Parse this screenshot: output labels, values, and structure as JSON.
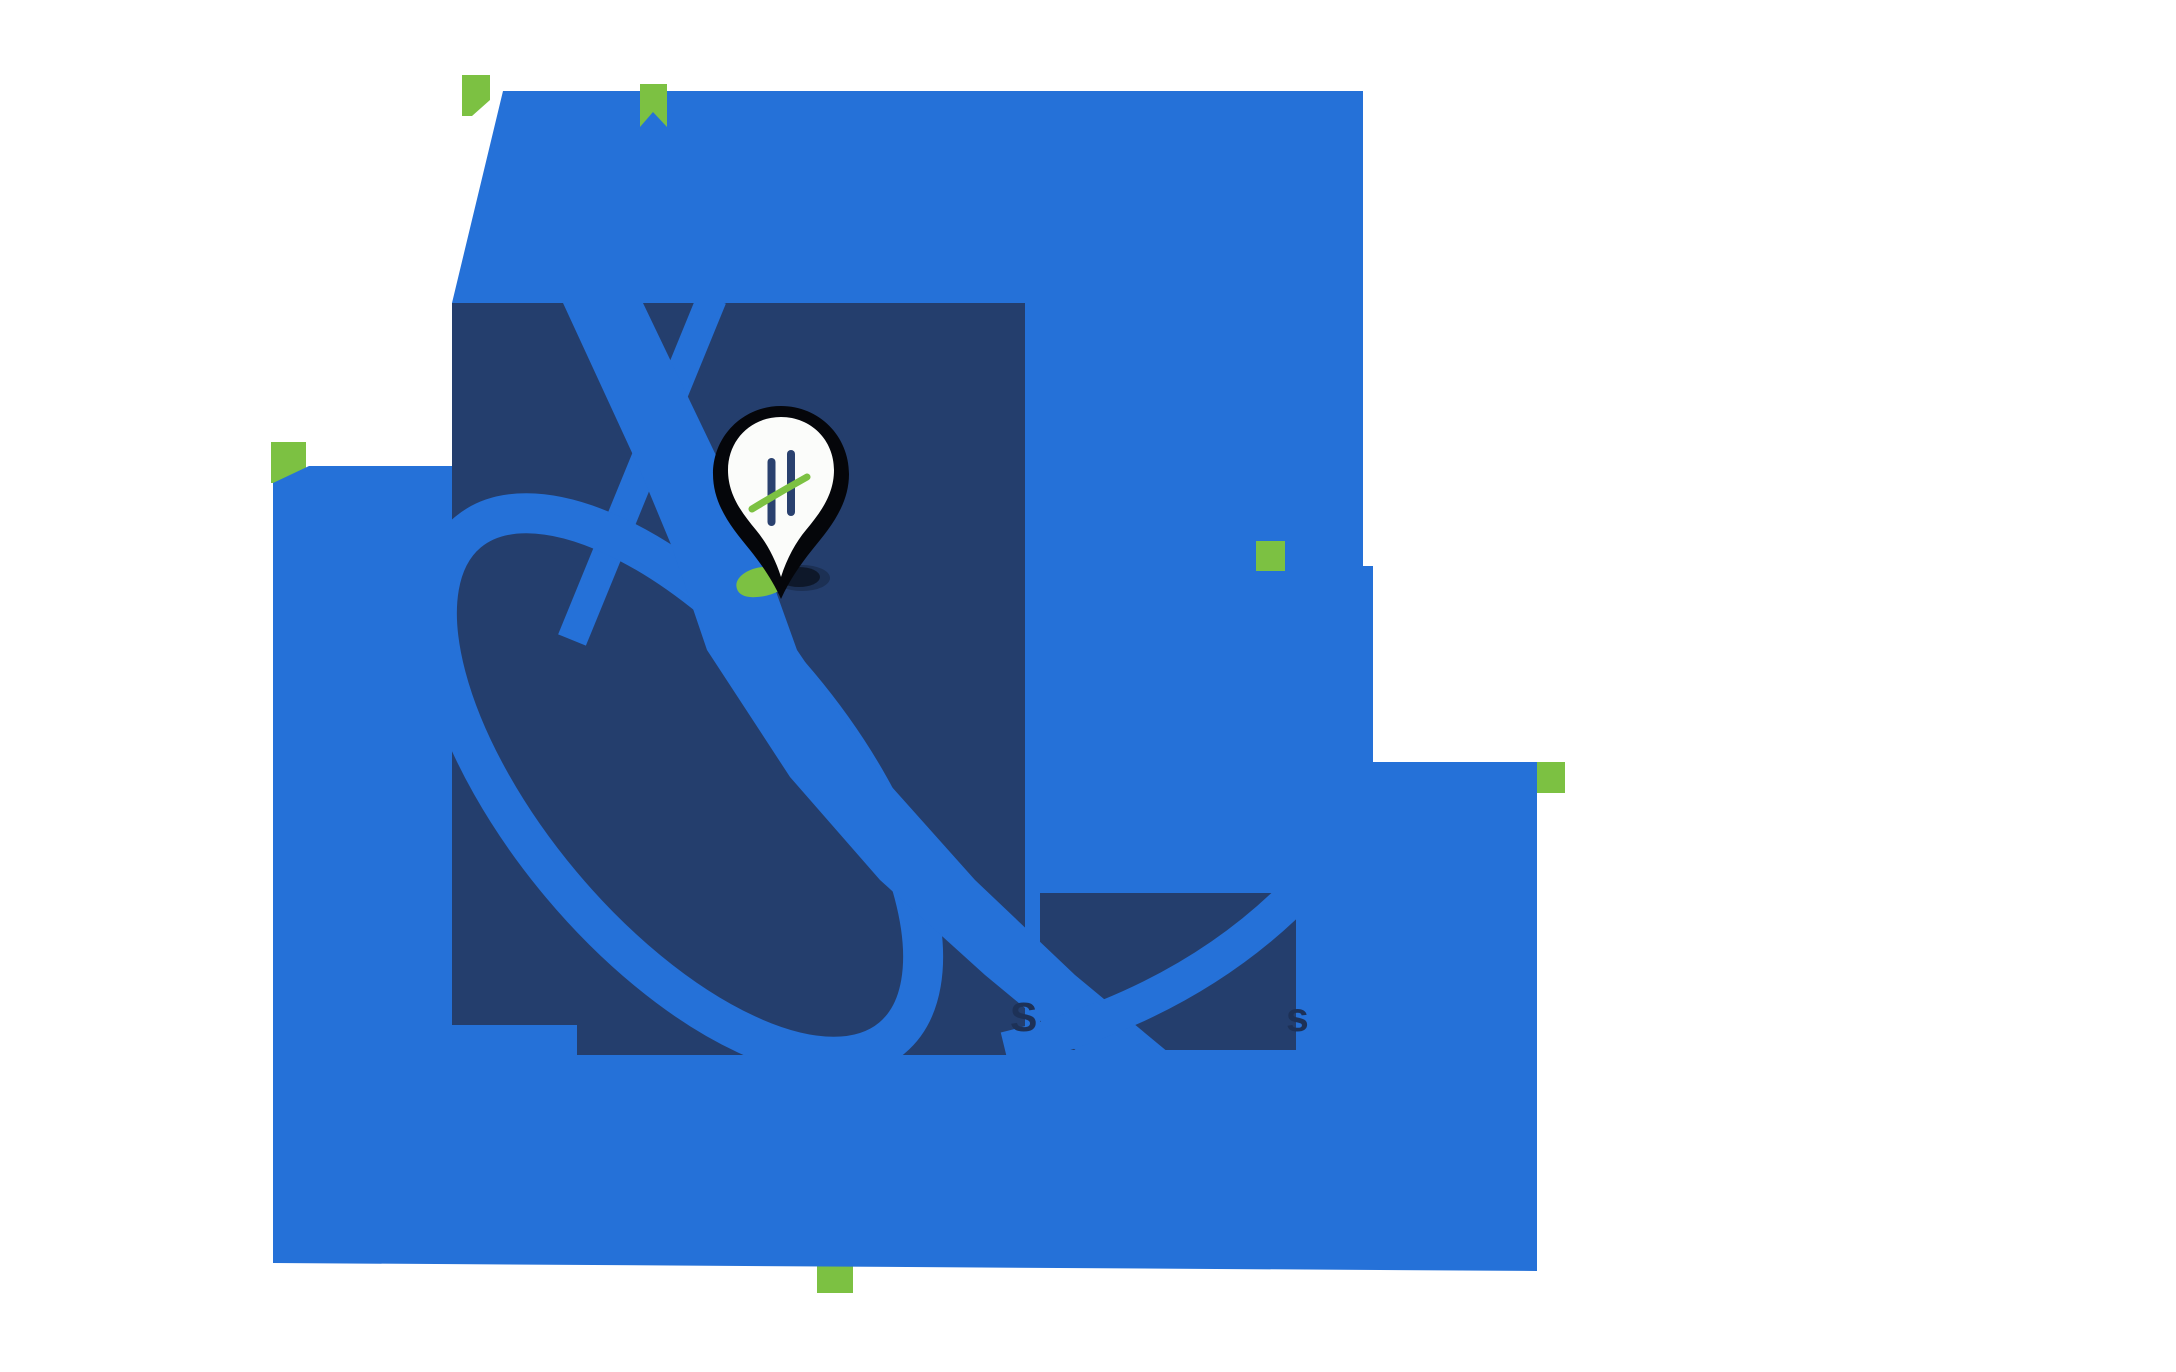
{
  "illustration": {
    "description": "Stylized map illustration: blue blocky background, navy map panels with light-blue roads, location pin with H monogram, green square markers",
    "colors": {
      "background": "#ffffff",
      "brand_blue": "#2571d8",
      "navy": "#243e6d",
      "green": "#7cc142",
      "pin_black": "#05060a",
      "pin_white": "#fbfcfa",
      "bar_navy": "#2a416f",
      "text_navy": "#1d3157",
      "shadow": "#0d1626"
    },
    "text_fragments": {
      "left": "S",
      "right": "s"
    },
    "icons": [
      "location-pin-icon",
      "h-monogram-logo",
      "map-flag-marker",
      "map-square-marker",
      "map-roads"
    ]
  }
}
